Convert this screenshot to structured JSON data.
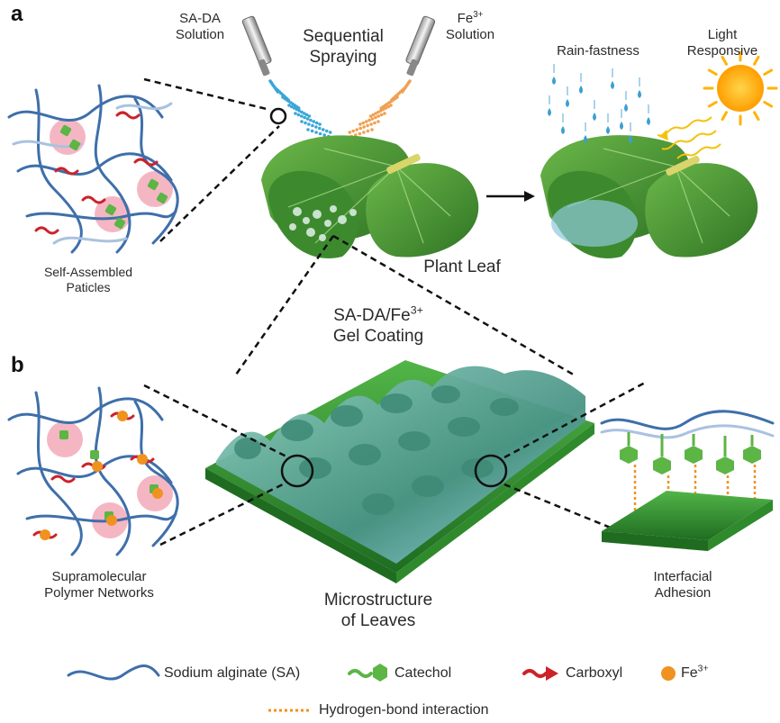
{
  "panels": {
    "a": "a",
    "b": "b"
  },
  "panel_a": {
    "sprayer_left": {
      "line1": "SA-DA",
      "line2": "Solution"
    },
    "sprayer_right": {
      "base": "Fe",
      "sup": "3+",
      "line2": "Solution"
    },
    "process": {
      "line1": "Sequential",
      "line2": "Spraying"
    },
    "rain": "Rain-fastness",
    "light": {
      "line1": "Light",
      "line2": "Responsive"
    },
    "particles": {
      "line1": "Self-Assembled",
      "line2": "Paticles"
    },
    "leaf": "Plant Leaf"
  },
  "panel_b": {
    "coating": {
      "line1_base": "SA-DA/Fe",
      "line1_sup": "3+",
      "line2": "Gel Coating"
    },
    "network": {
      "line1": "Supramolecular",
      "line2": "Polymer Networks"
    },
    "microstructure": {
      "line1": "Microstructure",
      "line2": "of Leaves"
    },
    "adhesion": {
      "line1": "Interfacial",
      "line2": "Adhesion"
    }
  },
  "legend": {
    "alginate": "Sodium alginate (SA)",
    "catechol": "Catechol",
    "carboxyl": "Carboxyl",
    "fe_base": "Fe",
    "fe_sup": "3+",
    "hbond": "Hydrogen-bond interaction"
  },
  "colors": {
    "alginate": "#3e6faa",
    "alginate_light": "#a9c2e0",
    "catechol": "#5cb545",
    "carboxyl": "#cc2229",
    "fe": "#f0921f",
    "particle": "#f5b6c4",
    "leaf": "#3d8a2e",
    "coating": "#4f9a8a",
    "sa_spray": "#3aa6d8",
    "fe_spray": "#f0a050",
    "sun": "#ffb300"
  }
}
